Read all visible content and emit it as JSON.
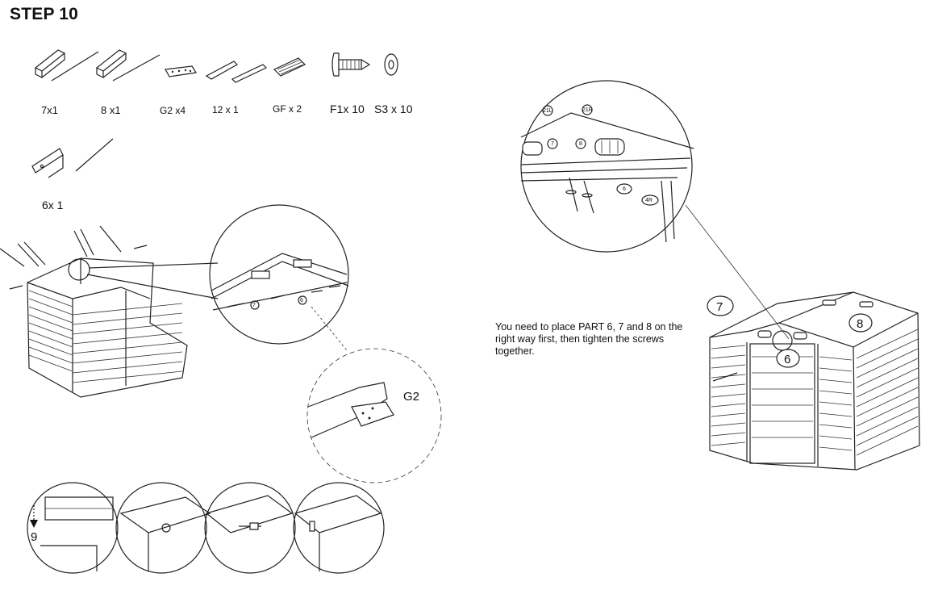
{
  "step": {
    "title": "STEP 10"
  },
  "parts": [
    {
      "label": "7x1",
      "icon": "roof-beam-part-icon"
    },
    {
      "label": "8 x1",
      "icon": "roof-beam-part-icon"
    },
    {
      "label": "G2 x4",
      "icon": "gusset-plate-icon"
    },
    {
      "label": "12 x 1",
      "icon": "bracket-part-icon"
    },
    {
      "label": "GF x 2",
      "icon": "vent-grille-icon"
    },
    {
      "label": "F1x 10",
      "icon": "screw-icon"
    },
    {
      "label": "S3 x 10",
      "icon": "washer-icon"
    },
    {
      "label": "6x  1",
      "icon": "angle-bar-part-icon"
    }
  ],
  "instruction": {
    "text": "You need to place PART 6, 7 and 8 on the right way first, then tighten the screws together."
  },
  "callouts": {
    "g2": "G2",
    "part_7": "7",
    "part_8": "8",
    "part_6": "6",
    "part_9": "9",
    "detail_21l": "21L",
    "detail_21r": "21R",
    "detail_7": "7",
    "detail_8": "8",
    "detail_6": "6",
    "detail_4r": "4R",
    "mid_7": "7",
    "mid_6": "6"
  }
}
